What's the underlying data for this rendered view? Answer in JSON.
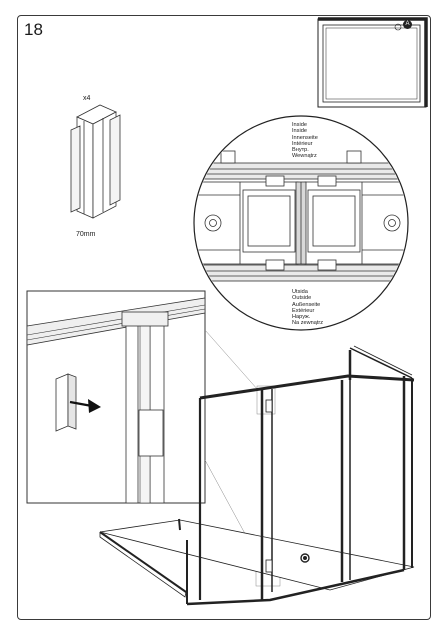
{
  "step_number": "18",
  "part": {
    "quantity": "x4",
    "length": "70mm"
  },
  "plan_badge": "A",
  "labels": {
    "inside": [
      "Inside",
      "Inside",
      "Innenseite",
      "Intérieur",
      "Внутр.",
      "Wewnątrz"
    ],
    "outside": [
      "Utsida",
      "Outside",
      "Außenseite",
      "Extérieur",
      "Наруж.",
      "Na zewnątrz"
    ]
  }
}
